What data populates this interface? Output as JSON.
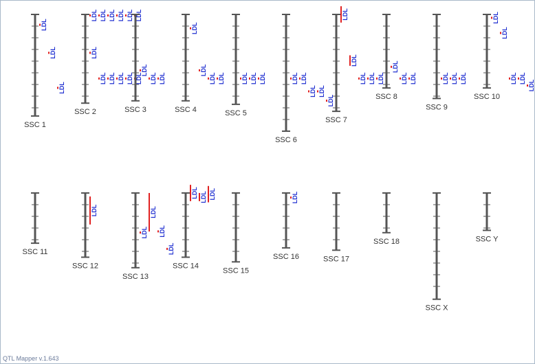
{
  "app": {
    "footer": "QTL Mapper v.1.643"
  },
  "colors": {
    "chromosome": "#555555",
    "qtl_bar": "#e02020",
    "qtl_label": "#1f2fd0",
    "chrom_label": "#333333"
  },
  "qtl_trait": "LDL",
  "chromosomes": [
    {
      "name": "SSC 1",
      "length": 8.7,
      "qtls": [
        {
          "start": 0.8,
          "end": 0.8
        },
        {
          "start": 3.2,
          "end": 3.3
        },
        {
          "start": 6.2,
          "end": 6.2
        }
      ]
    },
    {
      "name": "SSC 2",
      "length": 7.6,
      "qtls": [
        {
          "start": 0.0,
          "end": 0.0
        },
        {
          "start": 0.0,
          "end": 0.0
        },
        {
          "start": 0.0,
          "end": 0.0
        },
        {
          "start": 0.0,
          "end": 0.0
        },
        {
          "start": 0.0,
          "end": 0.0
        },
        {
          "start": 0.0,
          "end": 0.0
        },
        {
          "start": 3.2,
          "end": 3.2
        },
        {
          "start": 5.4,
          "end": 5.4
        },
        {
          "start": 5.4,
          "end": 5.4
        },
        {
          "start": 5.4,
          "end": 5.4
        },
        {
          "start": 5.4,
          "end": 5.4
        },
        {
          "start": 5.4,
          "end": 5.4
        }
      ]
    },
    {
      "name": "SSC 3",
      "length": 7.4,
      "qtls": [
        {
          "start": 4.7,
          "end": 4.7
        },
        {
          "start": 5.4,
          "end": 5.4
        },
        {
          "start": 5.4,
          "end": 5.4
        }
      ]
    },
    {
      "name": "SSC 4",
      "length": 7.4,
      "qtls": [
        {
          "start": 1.1,
          "end": 1.1
        },
        {
          "start": 4.7,
          "end": 4.7
        },
        {
          "start": 5.4,
          "end": 5.4
        },
        {
          "start": 5.4,
          "end": 5.4
        }
      ]
    },
    {
      "name": "SSC 5",
      "length": 7.7,
      "qtls": [
        {
          "start": 5.4,
          "end": 5.4
        },
        {
          "start": 5.4,
          "end": 5.4
        },
        {
          "start": 5.4,
          "end": 5.4
        }
      ]
    },
    {
      "name": "SSC 6",
      "length": 10.0,
      "qtls": [
        {
          "start": 5.4,
          "end": 5.4
        },
        {
          "start": 5.4,
          "end": 5.4
        },
        {
          "start": 6.5,
          "end": 6.5
        },
        {
          "start": 6.5,
          "end": 6.5
        },
        {
          "start": 7.3,
          "end": 7.3
        }
      ]
    },
    {
      "name": "SSC 7",
      "length": 8.3,
      "qtls": [
        {
          "start": -0.7,
          "end": 0.7
        },
        {
          "start": 3.5,
          "end": 4.4
        },
        {
          "start": 5.4,
          "end": 5.4
        },
        {
          "start": 5.4,
          "end": 5.4
        },
        {
          "start": 5.4,
          "end": 5.4
        }
      ]
    },
    {
      "name": "SSC 8",
      "length": 6.3,
      "qtls": [
        {
          "start": 4.4,
          "end": 4.4
        },
        {
          "start": 5.4,
          "end": 5.4
        },
        {
          "start": 5.4,
          "end": 5.4
        }
      ]
    },
    {
      "name": "SSC 9",
      "length": 7.2,
      "qtls": [
        {
          "start": 5.4,
          "end": 5.4
        },
        {
          "start": 5.4,
          "end": 5.4
        },
        {
          "start": 5.4,
          "end": 5.4
        }
      ]
    },
    {
      "name": "SSC 10",
      "length": 6.3,
      "qtls": [
        {
          "start": 0.2,
          "end": 0.2
        },
        {
          "start": 1.5,
          "end": 1.5
        },
        {
          "start": 5.4,
          "end": 5.4
        },
        {
          "start": 5.4,
          "end": 5.4
        },
        {
          "start": 6.0,
          "end": 6.0
        }
      ]
    },
    {
      "name": "SSC 11",
      "length": 4.3,
      "qtls": []
    },
    {
      "name": "SSC 12",
      "length": 5.5,
      "qtls": [
        {
          "start": 0.3,
          "end": 2.7
        }
      ]
    },
    {
      "name": "SSC 13",
      "length": 6.4,
      "qtls": [
        {
          "start": 3.3,
          "end": 3.3
        },
        {
          "start": 0.0,
          "end": 3.3
        },
        {
          "start": 3.2,
          "end": 3.2
        },
        {
          "start": 4.7,
          "end": 4.7
        }
      ]
    },
    {
      "name": "SSC 14",
      "length": 5.5,
      "qtls": [
        {
          "start": -0.7,
          "end": 0.7
        },
        {
          "start": 0.0,
          "end": 0.7
        },
        {
          "start": -0.6,
          "end": 0.8
        }
      ]
    },
    {
      "name": "SSC 15",
      "length": 5.9,
      "qtls": []
    },
    {
      "name": "SSC 16",
      "length": 4.7,
      "qtls": [
        {
          "start": 0.3,
          "end": 0.3
        }
      ]
    },
    {
      "name": "SSC 17",
      "length": 4.9,
      "qtls": []
    },
    {
      "name": "SSC 18",
      "length": 3.4,
      "qtls": []
    },
    {
      "name": "SSC X",
      "length": 9.1,
      "qtls": []
    },
    {
      "name": "SSC Y",
      "length": 3.2,
      "qtls": []
    }
  ]
}
